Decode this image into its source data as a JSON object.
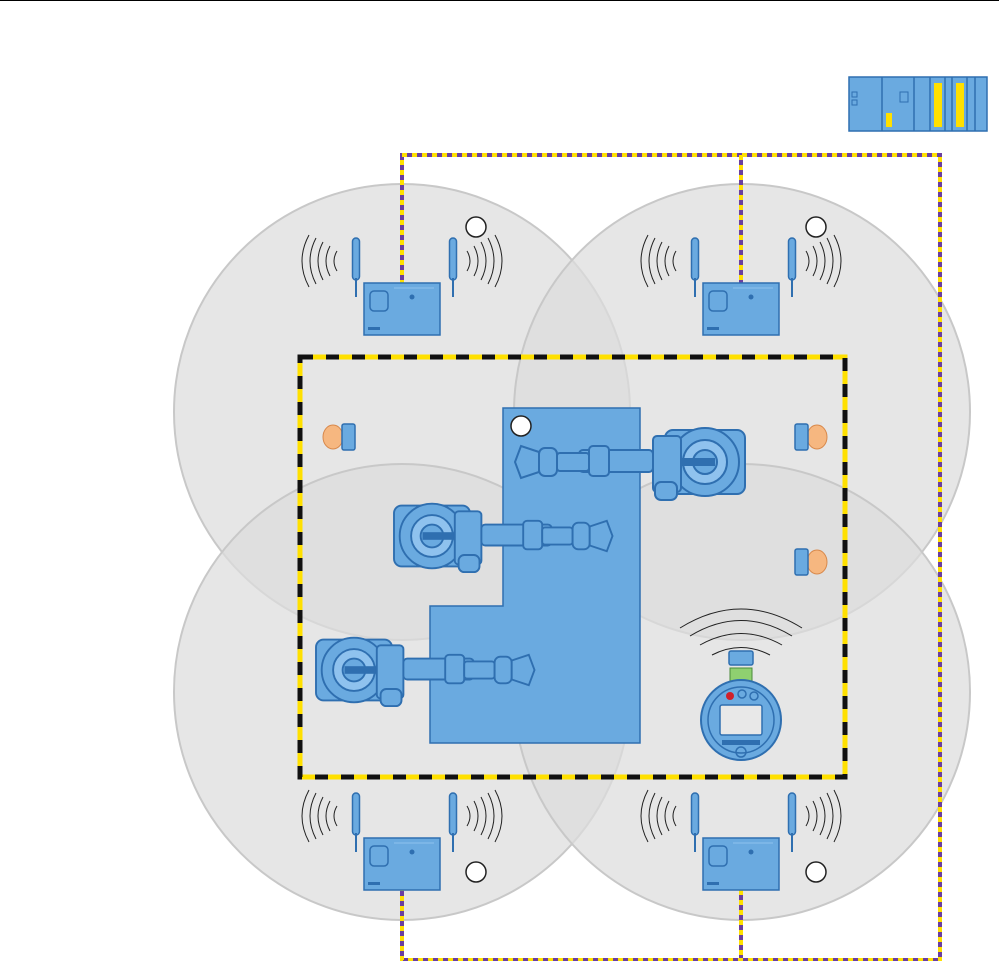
{
  "diagram": {
    "title": "",
    "colors": {
      "page_background": "#ffffff",
      "coverage_fill": "#dcdcdc",
      "coverage_stroke": "#c8c8c8",
      "device_blue": "#6aaae0",
      "device_dark_blue": "#2f6fb0",
      "cable_purple": "#6b3fa0",
      "cable_yellow": "#ffe000",
      "fence_black": "#111111",
      "operator_skin": "#f6b780"
    },
    "controller": {
      "icon": "plc-controller-icon"
    },
    "access_points": [
      {
        "id": "ap-top-left",
        "icon": "wireless-access-point-icon"
      },
      {
        "id": "ap-top-right",
        "icon": "wireless-access-point-icon"
      },
      {
        "id": "ap-bottom-left",
        "icon": "wireless-access-point-icon"
      },
      {
        "id": "ap-bottom-right",
        "icon": "wireless-access-point-icon"
      }
    ],
    "robots": [
      {
        "id": "robot-top-right",
        "icon": "industrial-robot-icon"
      },
      {
        "id": "robot-middle-left",
        "icon": "industrial-robot-icon"
      },
      {
        "id": "robot-bottom-left",
        "icon": "industrial-robot-icon"
      }
    ],
    "operators": [
      {
        "id": "operator-left",
        "icon": "operator-icon"
      },
      {
        "id": "operator-right-top",
        "icon": "operator-icon"
      },
      {
        "id": "operator-right-middle",
        "icon": "operator-icon"
      }
    ],
    "mobile_panel": {
      "icon": "mobile-hmi-panel-icon"
    },
    "callout_markers": [
      {
        "id": "marker-ap-top-left"
      },
      {
        "id": "marker-ap-top-right"
      },
      {
        "id": "marker-robot-cell"
      },
      {
        "id": "marker-ap-bottom-left"
      },
      {
        "id": "marker-ap-bottom-right"
      }
    ]
  }
}
